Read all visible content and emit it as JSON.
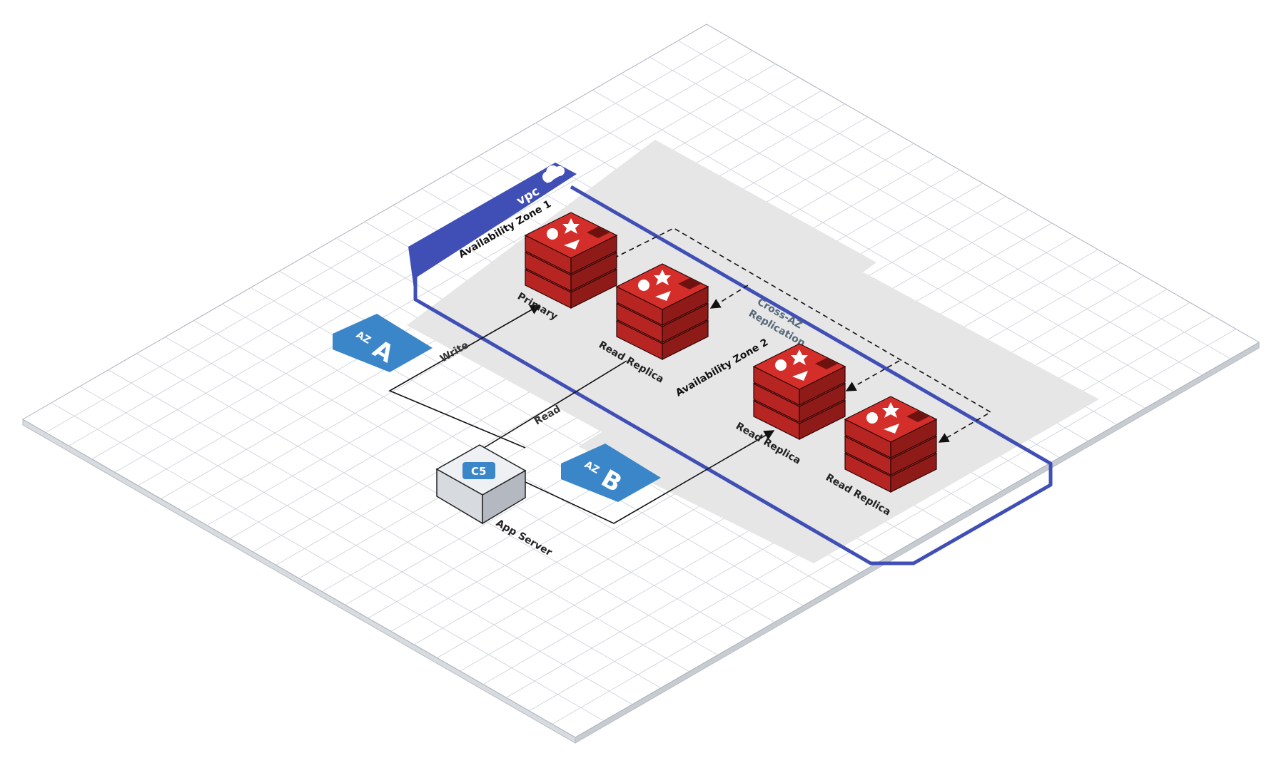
{
  "vpc": {
    "label": "vpc",
    "color": "#3f4fb5",
    "icon": "cloud-icon"
  },
  "zones": [
    {
      "label": "Availability Zone 1"
    },
    {
      "label": "Availability Zone 2"
    }
  ],
  "az_badges": [
    {
      "prefix": "AZ",
      "letter": "A",
      "color": "#3b86c8"
    },
    {
      "prefix": "AZ",
      "letter": "B",
      "color": "#3b86c8"
    }
  ],
  "nodes": {
    "primary": {
      "label": "Primary",
      "icon": "redis-icon",
      "color": "#d42e2a"
    },
    "replica_1": {
      "label": "Read Replica",
      "icon": "redis-icon",
      "color": "#d42e2a"
    },
    "replica_2": {
      "label": "Read Replica",
      "icon": "redis-icon",
      "color": "#d42e2a"
    },
    "replica_3": {
      "label": "Read Replica",
      "icon": "redis-icon",
      "color": "#d42e2a"
    },
    "app_server": {
      "label": "App Server",
      "badge": "C5",
      "color": "#3b86c8"
    }
  },
  "edges": {
    "write": "Write",
    "read": "Read",
    "replication_line1": "Cross-AZ",
    "replication_line2": "Replication"
  }
}
